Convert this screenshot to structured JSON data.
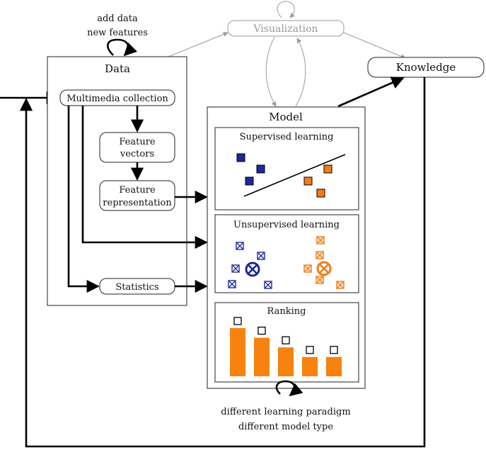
{
  "labels": {
    "add_data": "add data",
    "new_features": "new features",
    "visualization": "Visualization",
    "knowledge": "Knowledge",
    "data": "Data",
    "multimedia_collection": "Multimedia collection",
    "feature_vectors_1": "Feature",
    "feature_vectors_2": "vectors",
    "feature_representation_1": "Feature",
    "feature_representation_2": "representation",
    "statistics": "Statistics",
    "model": "Model",
    "supervised_learning": "Supervised learning",
    "unsupervised_learning": "Unsupervised learning",
    "ranking": "Ranking",
    "different_learning_paradigm": "different learning paradigm",
    "different_model_type": "different model type"
  },
  "colors": {
    "blue": "#1a2a9a",
    "orange": "#f07d1a",
    "bar_orange": "#f7820f",
    "gray": "#9a9a9a"
  },
  "ranking_bars": [
    5,
    4,
    3,
    2,
    2
  ]
}
